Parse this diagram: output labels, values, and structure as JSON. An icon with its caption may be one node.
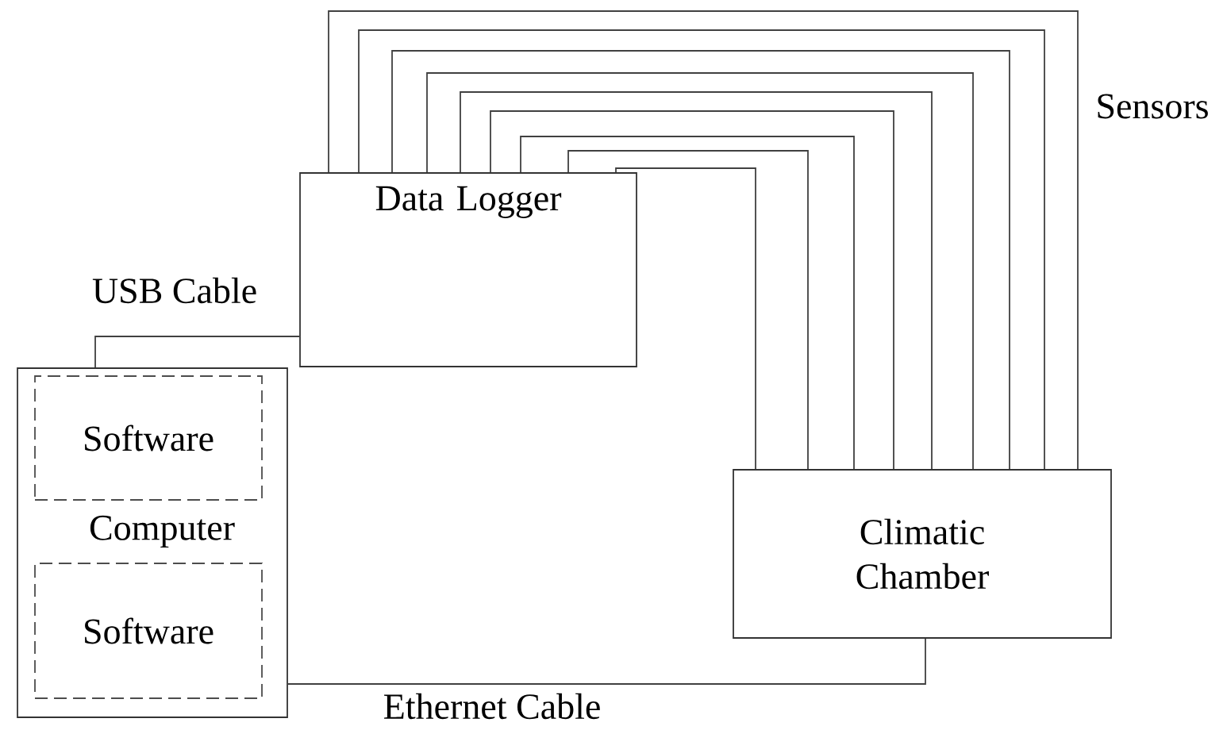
{
  "diagram": {
    "nodes": [
      {
        "text": [
          "Data Logger"
        ]
      },
      {
        "text": [
          "Computer"
        ]
      },
      {
        "text": [
          "Software"
        ],
        "in": 1
      },
      {
        "text": [
          "Software"
        ],
        "in": 1
      },
      {
        "text": [
          "Climatic Chamber"
        ]
      }
    ],
    "edges": [
      {
        "from": 1,
        "to": 0,
        "arrow": "none",
        "label": "USB Cable"
      },
      {
        "from": 0,
        "to": 4,
        "arrow": "none"
      },
      {
        "from": 0,
        "to": 4,
        "arrow": "none"
      },
      {
        "from": 0,
        "to": 4,
        "arrow": "none"
      },
      {
        "from": 0,
        "to": 4,
        "arrow": "none"
      },
      {
        "from": 0,
        "to": 4,
        "arrow": "none"
      },
      {
        "from": 0,
        "to": 4,
        "arrow": "none"
      },
      {
        "from": 0,
        "to": 4,
        "arrow": "none"
      },
      {
        "from": 0,
        "to": 4,
        "arrow": "none"
      },
      {
        "from": 0,
        "to": 4,
        "arrow": "none"
      },
      {
        "from": 1,
        "to": 4,
        "arrow": "none",
        "label": "Ethernet Cable"
      }
    ],
    "labels": [
      "Sensors"
    ]
  }
}
